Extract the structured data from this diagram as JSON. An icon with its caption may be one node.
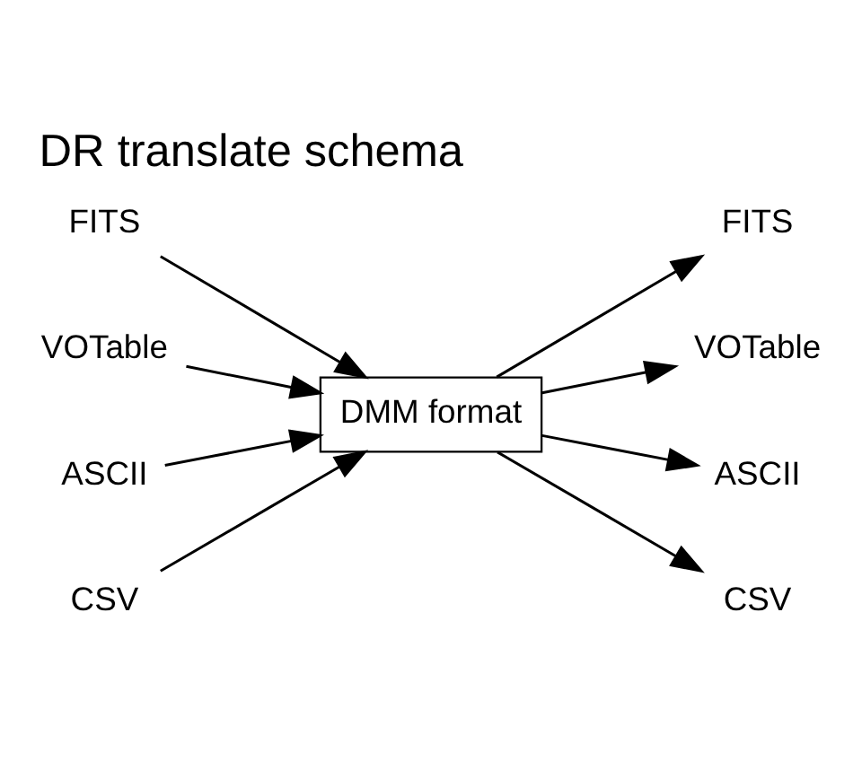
{
  "diagram": {
    "title": "DR translate schema",
    "nodes": [
      {
        "text": [
          "FITS"
        ]
      },
      {
        "text": [
          "VOTable"
        ]
      },
      {
        "text": [
          "ASCII"
        ]
      },
      {
        "text": [
          "CSV"
        ]
      },
      {
        "text": [
          "DMM format"
        ]
      },
      {
        "text": [
          "FITS"
        ]
      },
      {
        "text": [
          "VOTable"
        ]
      },
      {
        "text": [
          "ASCII"
        ]
      },
      {
        "text": [
          "CSV"
        ]
      }
    ],
    "edges": [
      {
        "from": 0,
        "to": 4,
        "arrow": "to"
      },
      {
        "from": 1,
        "to": 4,
        "arrow": "to"
      },
      {
        "from": 2,
        "to": 4,
        "arrow": "to"
      },
      {
        "from": 3,
        "to": 4,
        "arrow": "to"
      },
      {
        "from": 4,
        "to": 5,
        "arrow": "to"
      },
      {
        "from": 4,
        "to": 6,
        "arrow": "to"
      },
      {
        "from": 4,
        "to": 7,
        "arrow": "to"
      },
      {
        "from": 4,
        "to": 8,
        "arrow": "to"
      }
    ]
  }
}
